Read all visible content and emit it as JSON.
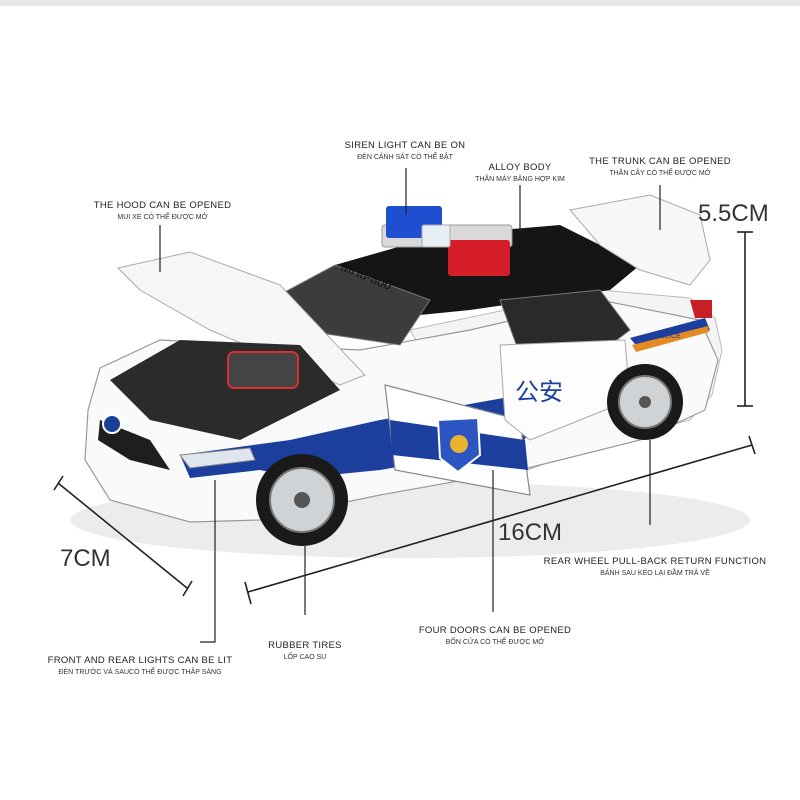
{
  "labels": {
    "siren": {
      "en": "SIREN LIGHT CAN BE ON",
      "vi": "ĐÈN CẢNH SÁT CÓ THỂ BẬT"
    },
    "alloy": {
      "en": "ALLOY BODY",
      "vi": "THÂN MÁY BẰNG HỢP KIM"
    },
    "trunk": {
      "en": "THE TRUNK CAN BE OPENED",
      "vi": "THÂN CÂY CÓ THỂ ĐƯỢC MỞ"
    },
    "hood": {
      "en": "THE HOOD CAN BE OPENED",
      "vi": "MUI XE CÓ THỂ ĐƯỢC MỞ"
    },
    "wheel": {
      "en": "REAR WHEEL PULL-BACK RETURN FUNCTION",
      "vi": "BÁNH SAU KÉO LẠI ĐẦM TRẢ VỀ"
    },
    "tires": {
      "en": "RUBBER TIRES",
      "vi": "LỐP CAO SU"
    },
    "doors": {
      "en": "FOUR DOORS CAN BE OPENED",
      "vi": "BỐN CỬA CÓ THỂ ĐƯỢC MỞ"
    },
    "lights": {
      "en": "FRONT AND REAR LIGHTS CAN BE LIT",
      "vi": "ĐÈN TRƯỚC VÀ SAUCÓ THỂ ĐƯỢC THẮP SÁNG"
    }
  },
  "dimensions": {
    "height": "5.5CM",
    "length": "16CM",
    "width": "7CM"
  },
  "car": {
    "door_text": "公安",
    "plate_text": "MH8-800",
    "side_text": "POLICE",
    "colors": {
      "body": "#ffffff",
      "stripe": "#1c3f9e",
      "roof": "#151515",
      "siren_red": "#d61e2a",
      "siren_blue": "#1f4fd1"
    }
  }
}
